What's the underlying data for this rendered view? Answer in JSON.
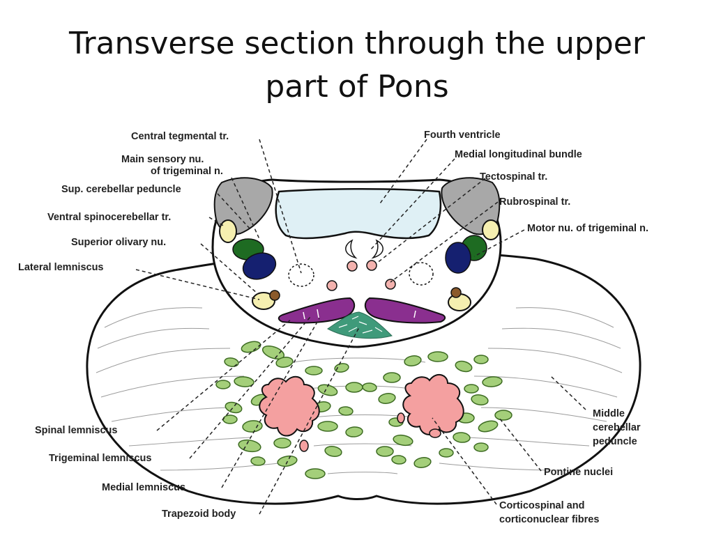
{
  "slide": {
    "title_line1": "Transverse section through the upper",
    "title_line2": "part of Pons"
  },
  "labels": {
    "central_tegmental": "Central tegmental tr.",
    "main_sensory_1": "Main sensory nu.",
    "main_sensory_2": "of trigeminal n.",
    "sup_cerebellar": "Sup. cerebellar peduncle",
    "ventral_spinocerebellar": "Ventral spinocerebellar tr.",
    "superior_olivary": "Superior olivary nu.",
    "lateral_lemniscus": "Lateral lemniscus",
    "fourth_ventricle": "Fourth ventricle",
    "medial_longitudinal": "Medial longitudinal bundle",
    "tectospinal": "Tectospinal tr.",
    "rubrospinal": "Rubrospinal tr.",
    "motor_trigeminal": "Motor nu. of trigeminal n.",
    "spinal_lemniscus": "Spinal lemniscus",
    "trigeminal_lemniscus": "Trigeminal lemniscus",
    "medial_lemniscus": "Medial lemniscus",
    "trapezoid_body": "Trapezoid body",
    "middle_cerebellar_1": "Middle",
    "middle_cerebellar_2": "cerebellar",
    "middle_cerebellar_3": "peduncle",
    "pontine_nuclei": "Pontine nuclei",
    "corticospinal_1": "Corticospinal and",
    "corticospinal_2": "corticonuclear fibres"
  },
  "colors": {
    "ventricle": "#dff0f5",
    "peduncle_gray": "#a8a8a8",
    "yellow_tract": "#f5efb0",
    "green_nucleus": "#1e6b22",
    "navy_nucleus": "#152070",
    "pink_nucleus": "#f3b2ae",
    "medial_lemniscus_purple": "#8a2f8f",
    "trapezoid_teal": "#3f9a7a",
    "pontine_green": "#a4cf7a",
    "corticospinal_pink": "#f4a0a0",
    "brown_nucleus": "#8b5a2b"
  }
}
